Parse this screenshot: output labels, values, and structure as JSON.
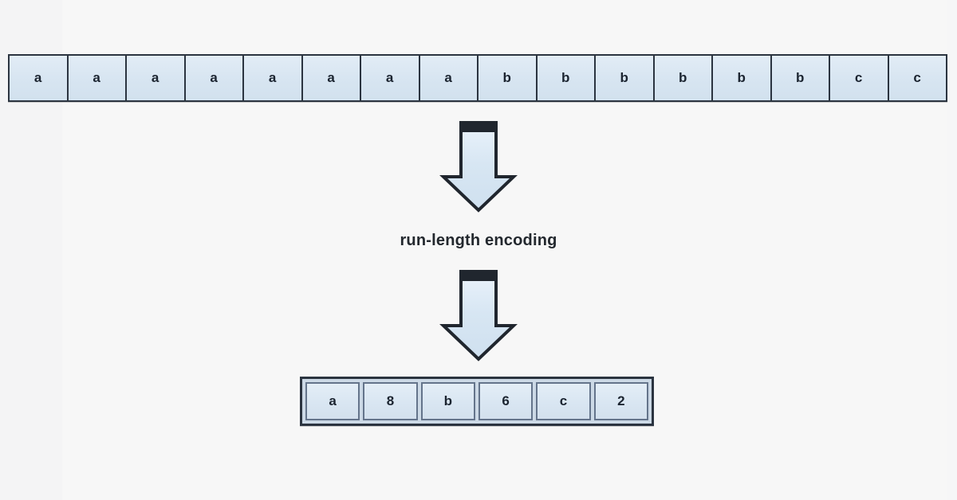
{
  "diagram": {
    "title": "run-length encoding",
    "background_color": "#f7f7f8",
    "cell_fill_color": "#dce8f3",
    "cell_border_color": "#2b3440",
    "text_color": "#1b2430"
  },
  "input": {
    "name": "uncompressed-sequence",
    "cells": [
      {
        "value": "a"
      },
      {
        "value": "a"
      },
      {
        "value": "a"
      },
      {
        "value": "a"
      },
      {
        "value": "a"
      },
      {
        "value": "a"
      },
      {
        "value": "a"
      },
      {
        "value": "a"
      },
      {
        "value": "b"
      },
      {
        "value": "b"
      },
      {
        "value": "b"
      },
      {
        "value": "b"
      },
      {
        "value": "b"
      },
      {
        "value": "b"
      },
      {
        "value": "c"
      },
      {
        "value": "c"
      }
    ]
  },
  "process": {
    "label": "run-length encoding",
    "arrow_top": {
      "name": "down-arrow-icon"
    },
    "arrow_bottom": {
      "name": "down-arrow-icon"
    }
  },
  "output": {
    "name": "encoded-sequence",
    "cells": [
      {
        "value": "a"
      },
      {
        "value": "8"
      },
      {
        "value": "b"
      },
      {
        "value": "6"
      },
      {
        "value": "c"
      },
      {
        "value": "2"
      }
    ]
  },
  "chart_data": {
    "type": "table",
    "title": "run-length encoding",
    "input_sequence": "aaaaaaaabbbbbbcc",
    "input_length": 16,
    "runs": [
      {
        "symbol": "a",
        "count": 8
      },
      {
        "symbol": "b",
        "count": 6
      },
      {
        "symbol": "c",
        "count": 2
      }
    ],
    "output_sequence": "a8b6c2",
    "output_length": 6
  }
}
